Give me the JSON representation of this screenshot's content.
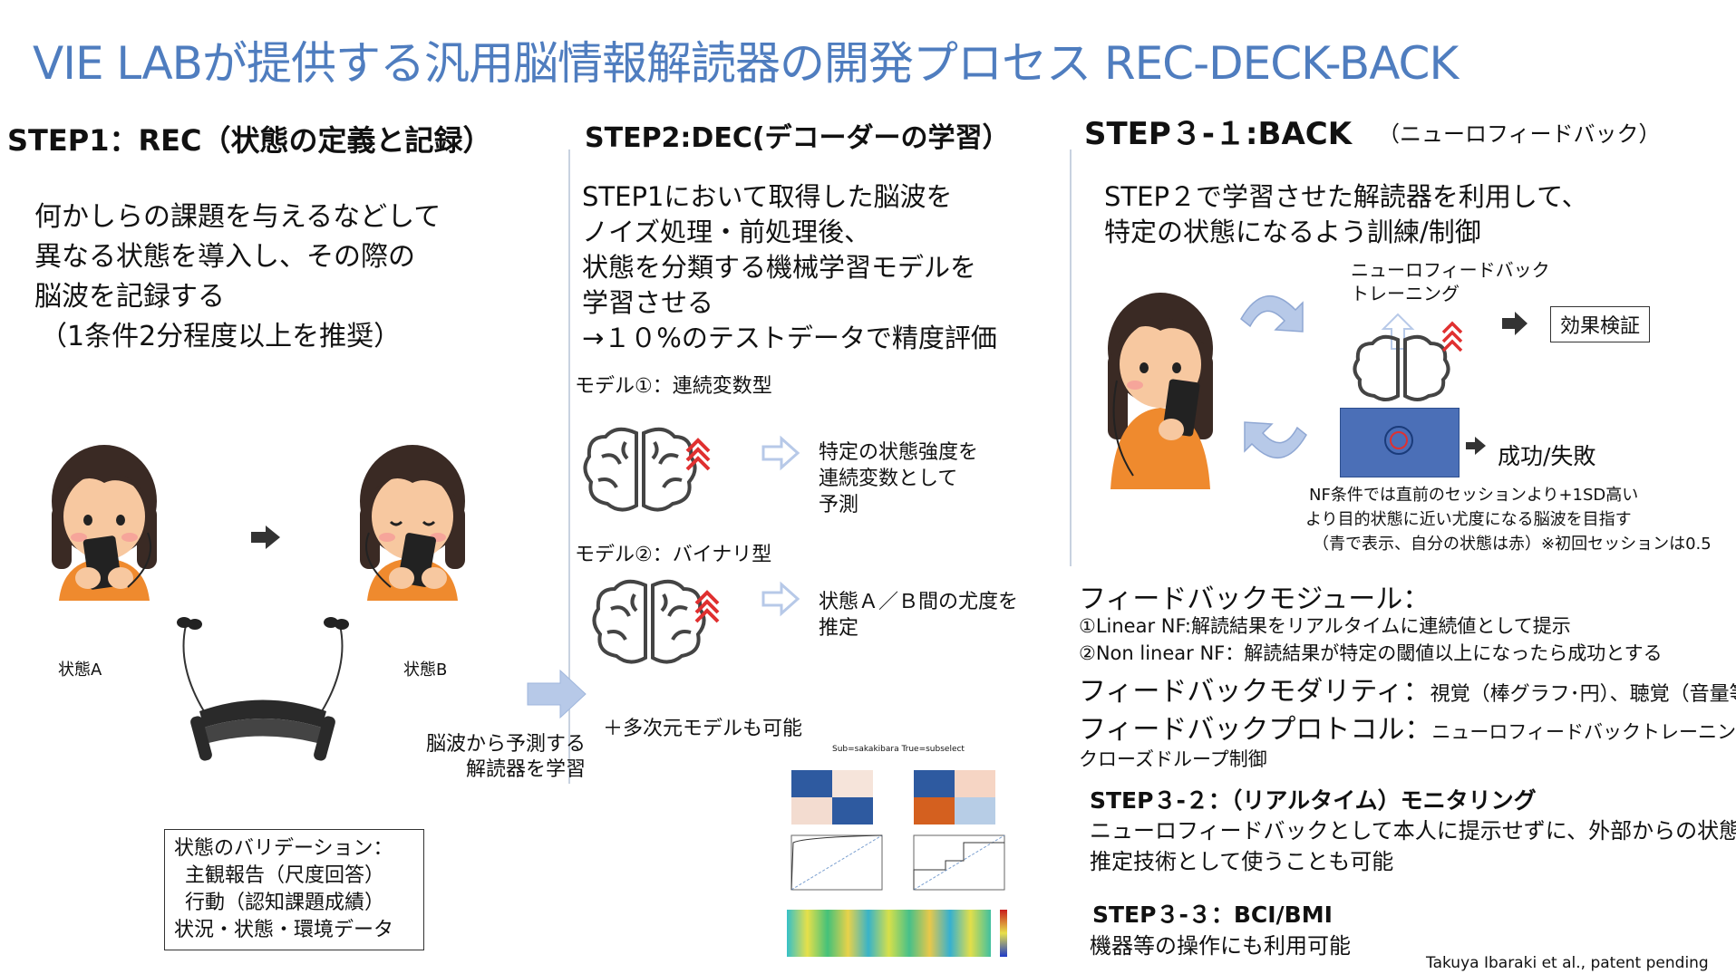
{
  "title": "VIE LABが提供する汎用脳情報解読器の開発プロセス REC-DECK-BACK",
  "step1": {
    "heading": "STEP1：REC（状態の定義と記録）",
    "body": [
      "何かしらの課題を与えるなどして",
      "異なる状態を導入し、その際の",
      "脳波を記録する",
      "（1条件2分程度以上を推奨）"
    ],
    "state_a": "状態A",
    "state_b": "状態B",
    "variation_box": [
      "状態のバリデーション：",
      "主観報告（尺度回答）",
      "行動（認知課題成績）",
      "状況・状態・環境データ"
    ],
    "arrow_caption": [
      "脳波から予測する",
      "解読器を学習"
    ]
  },
  "step2": {
    "heading": "STEP2:DEC(デコーダーの学習）",
    "body": [
      "STEP1において取得した脳波を",
      "ノイズ処理・前処理後、",
      "状態を分類する機械学習モデルを",
      "学習させる",
      "→１０%のテストデータで精度評価"
    ],
    "model1_label": "モデル①：連続変数型",
    "model1_desc": [
      "特定の状態強度を",
      "連続変数として",
      "予測"
    ],
    "model2_label": "モデル②：バイナリ型",
    "model2_desc": [
      "状態Ａ／Ｂ間の尤度を",
      "推定"
    ],
    "multi": "＋多次元モデルも可能",
    "fig_title": "Sub=sakakibara True=subselect"
  },
  "step3": {
    "heading": "STEP３-１:BACK",
    "heading_sub": "（ニューロフィードバック）",
    "body": [
      "STEP２で学習させた解読器を利用して、",
      "特定の状態になるよう訓練/制御"
    ],
    "nf_label": [
      "ニューロフィードバック",
      "トレーニング"
    ],
    "effect": "効果検証",
    "success": "成功/失敗",
    "nf_note": [
      "NF条件では直前のセッションより+1SD高い",
      "より目的状態に近い尤度になる脳波を目指す",
      "（青で表示、自分の状態は赤）※初回セッションは0.5"
    ],
    "module_title": "フィードバックモジュール：",
    "module_items": [
      "①Linear NF:解読結果をリアルタイムに連続値として提示",
      "②Non linear NF：解読結果が特定の閾値以上になったら成功とする"
    ],
    "modality_title": "フィードバックモダリティ：",
    "modality_value": "視覚（棒グラフ･円）、聴覚（音量等）",
    "protocol_title": "フィードバックプロトコル：",
    "protocol_value": "ニューロフィードバックトレーニング／",
    "protocol_value2": "クローズドループ制御",
    "step32_heading": "STEP３-２：（リアルタイム）モニタリング",
    "step32_body": [
      "ニューロフィードバックとして本人に提示せずに、外部からの状態",
      "推定技術として使うことも可能"
    ],
    "step33_heading": "STEP３-３：BCI/BMI",
    "step33_body": "機器等の操作にも利用可能"
  },
  "footer": "Takuya Ibaraki et al., patent pending",
  "colors": {
    "title": "#4f7dbf",
    "accent_red": "#e03030",
    "panel_blue": "#4b6fb7",
    "skin": "#f7c8a0",
    "shirt": "#ef8a2e"
  }
}
